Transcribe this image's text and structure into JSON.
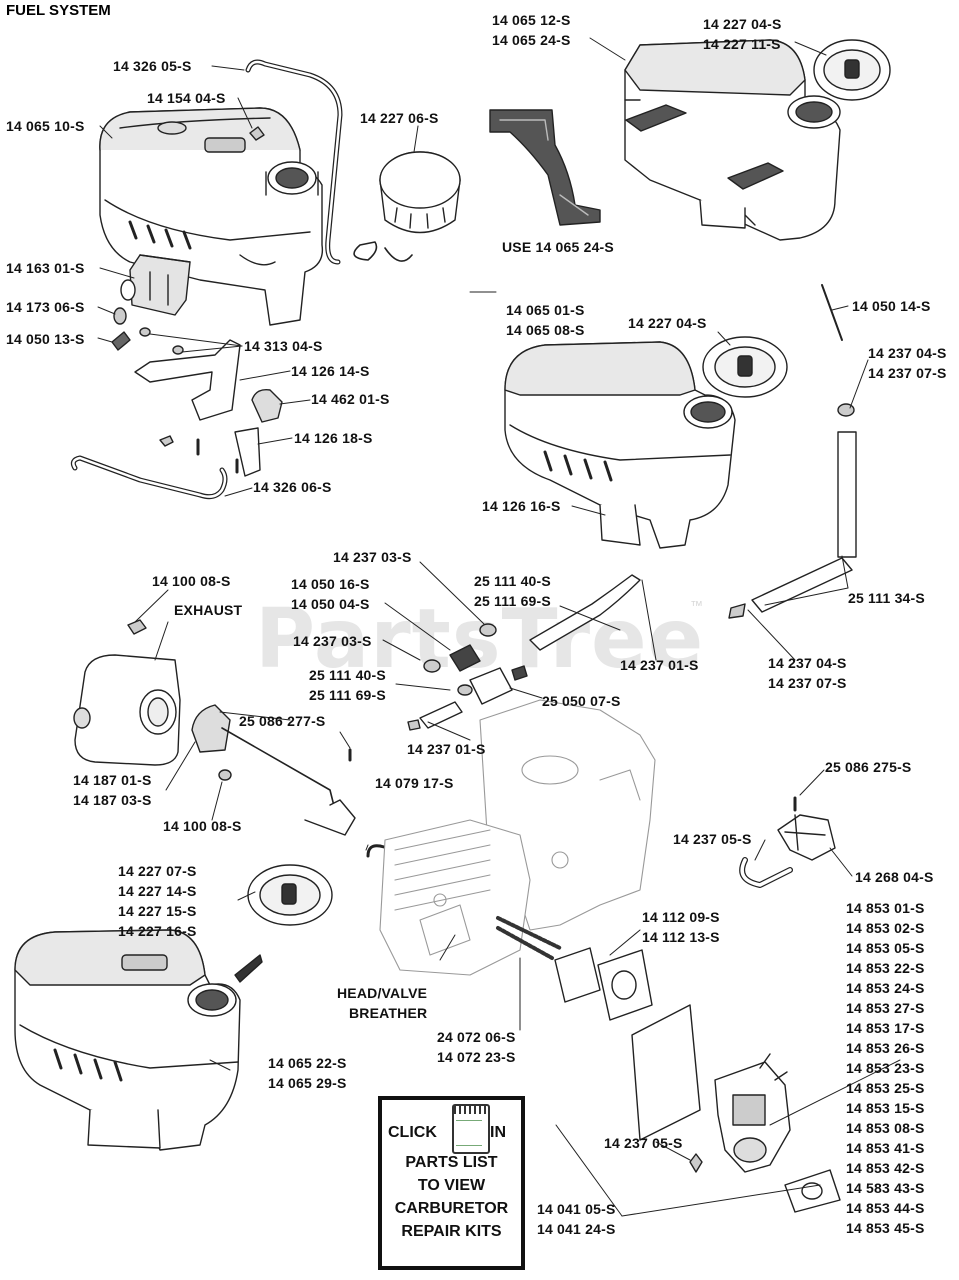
{
  "title": "FUEL SYSTEM",
  "watermark": "PartsTree",
  "watermark_tm": "™",
  "labels": {
    "l_14326_05": "14 326 05-S",
    "l_14154_04": "14 154 04-S",
    "l_14065_10": "14 065 10-S",
    "l_14227_06": "14 227 06-S",
    "l_14163_01": "14 163 01-S",
    "l_14173_06": "14 173 06-S",
    "l_14050_13": "14 050 13-S",
    "l_14313_04": "14 313 04-S",
    "l_14126_14": "14 126 14-S",
    "l_14462_01": "14 462 01-S",
    "l_14126_18": "14 126 18-S",
    "l_14326_06": "14 326 06-S",
    "l_14065_12": "14 065 12-S",
    "l_14065_24": "14 065 24-S",
    "l_14227_04a": "14 227 04-S",
    "l_14227_11": "14 227 11-S",
    "l_use": "USE 14 065 24-S",
    "l_14050_14": "14 050 14-S",
    "l_14065_01": "14 065 01-S",
    "l_14065_08": "14 065 08-S",
    "l_14227_04b": "14 227 04-S",
    "l_14237_04a": "14 237 04-S",
    "l_14237_07a": "14 237 07-S",
    "l_14126_16": "14 126 16-S",
    "l_14237_03a": "14 237 03-S",
    "l_14050_16": "14 050 16-S",
    "l_14050_04": "14 050 04-S",
    "l_25111_40a": "25 111 40-S",
    "l_25111_69a": "25 111 69-S",
    "l_14100_08a": "14 100 08-S",
    "l_exhaust": "EXHAUST",
    "l_14237_03b": "14 237 03-S",
    "l_25111_40b": "25 111 40-S",
    "l_25111_69b": "25 111 69-S",
    "l_14237_01a": "14 237 01-S",
    "l_25111_34": "25 111 34-S",
    "l_14237_04b": "14 237 04-S",
    "l_14237_07b": "14 237 07-S",
    "l_25050_07": "25 050 07-S",
    "l_25086_277": "25 086 277-S",
    "l_14237_01b": "14 237 01-S",
    "l_14187_01": "14 187 01-S",
    "l_14187_03": "14 187 03-S",
    "l_14100_08b": "14 100 08-S",
    "l_14079_17": "14 079 17-S",
    "l_25086_275": "25 086 275-S",
    "l_14237_05a": "14 237 05-S",
    "l_14268_04": "14 268 04-S",
    "l_14227_07": "14 227 07-S",
    "l_14227_14": "14 227 14-S",
    "l_14227_15": "14 227 15-S",
    "l_14227_16": "14 227 16-S",
    "l_14112_09": "14 112 09-S",
    "l_14112_13": "14 112 13-S",
    "l_head1": "HEAD/VALVE",
    "l_head2": "BREATHER",
    "l_24072_06": "24 072 06-S",
    "l_14072_23": "14 072 23-S",
    "l_14065_22": "14 065 22-S",
    "l_14065_29": "14 065 29-S",
    "l_14237_05b": "14 237 05-S",
    "l_14041_05": "14 041 05-S",
    "l_14041_24": "14 041 24-S"
  },
  "carb_parts": [
    "14 853 01-S",
    "14 853 02-S",
    "14 853 05-S",
    "14 853 22-S",
    "14 853 24-S",
    "14 853 27-S",
    "14 853 17-S",
    "14 853 26-S",
    "14 853 23-S",
    "14 853 25-S",
    "14 853 15-S",
    "14 853 08-S",
    "14 853 41-S",
    "14 853 42-S",
    "14 583 43-S",
    "14 853 44-S",
    "14 853 45-S"
  ],
  "click_box": {
    "click": "CLICK",
    "in": "IN",
    "line2": "PARTS LIST",
    "line3": "TO VIEW",
    "line4": "CARBURETOR",
    "line5": "REPAIR KITS"
  }
}
